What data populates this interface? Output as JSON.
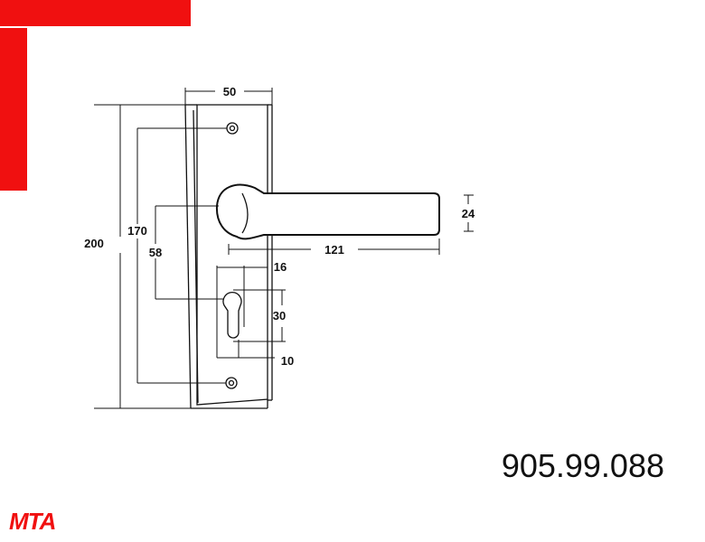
{
  "brand": {
    "accent_color": "#f01010",
    "logo_text": "MTA"
  },
  "product_code": "905.99.088",
  "dimensions": {
    "plate_width": "50",
    "total_height": "200",
    "screw_spacing": "170",
    "handle_to_keyhole": "58",
    "keyhole_offset": "16",
    "keyhole_height": "30",
    "keyhole_bottom": "10",
    "handle_length": "121",
    "handle_thickness": "24"
  },
  "line_color": "#111111"
}
